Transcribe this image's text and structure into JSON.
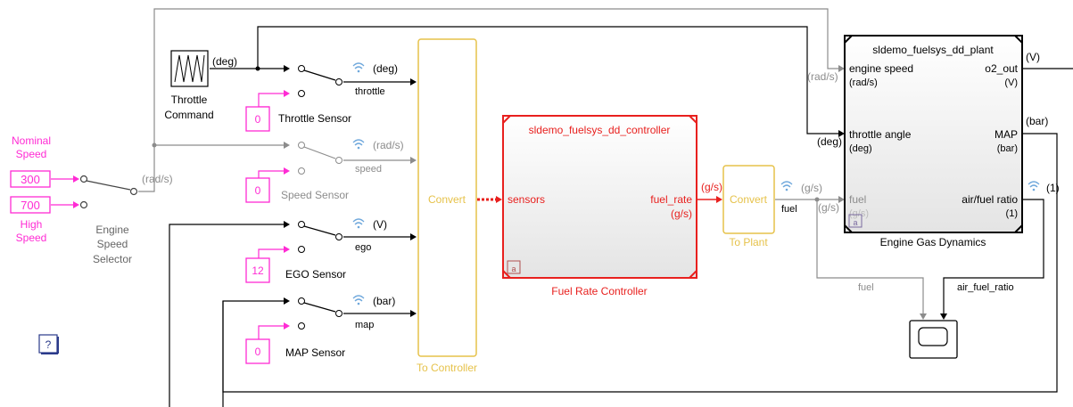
{
  "speed_source": {
    "nominal_label": "Nominal Speed",
    "nominal_value": "300",
    "high_value": "700",
    "high_label": "High Speed",
    "selector_label": "Engine Speed Selector",
    "signal_unit": "(rad/s)"
  },
  "throttle": {
    "block_label": "Throttle Command",
    "unit": "(deg)",
    "sensor_value": "0",
    "sensor_label": "Throttle Sensor",
    "signal_name": "throttle"
  },
  "speed_sensor": {
    "unit": "(rad/s)",
    "signal_name": "speed",
    "sensor_value": "0",
    "sensor_label": "Speed Sensor"
  },
  "ego_sensor": {
    "unit": "(V)",
    "signal_name": "ego",
    "sensor_value": "12",
    "sensor_label": "EGO Sensor"
  },
  "map_sensor": {
    "unit": "(bar)",
    "signal_name": "map",
    "sensor_value": "0",
    "sensor_label": "MAP Sensor"
  },
  "to_controller": {
    "text": "Convert",
    "label": "To Controller"
  },
  "controller": {
    "title": "sldemo_fuelsys_dd_controller",
    "input_port": "sensors",
    "output_port": "fuel_rate",
    "output_unit": "(g/s)",
    "label": "Fuel Rate Controller",
    "out_signal_unit": "(g/s)"
  },
  "to_plant": {
    "text": "Convert",
    "label": "To Plant",
    "signal_unit": "(g/s)",
    "signal_name": "fuel"
  },
  "plant": {
    "title": "sldemo_fuelsys_dd_plant",
    "ports_in": [
      {
        "name": "engine speed",
        "unit": "(rad/s)"
      },
      {
        "name": "throttle angle",
        "unit": "(deg)"
      },
      {
        "name": "fuel",
        "unit": "(g/s)"
      }
    ],
    "ports_out": [
      {
        "name": "o2_out",
        "unit": "(V)"
      },
      {
        "name": "MAP",
        "unit": "(bar)"
      },
      {
        "name": "air/fuel ratio",
        "unit": "(1)"
      }
    ],
    "label": "Engine Gas Dynamics",
    "in_speed_unit": "(rad/s)",
    "in_throttle_unit": "(deg)",
    "out_o2_unit": "(V)",
    "out_map_unit": "(bar)",
    "out_afr_unit": "(1)"
  },
  "scope": {
    "fuel_label": "fuel",
    "afr_label": "air_fuel_ratio"
  },
  "help": {
    "text": "?"
  },
  "colors": {
    "magenta": "#ff2bd4",
    "convert_yellow": "#e6c24a",
    "controller_red": "#e8201e",
    "grey": "#8c8c8c",
    "wifi_blue": "#6fa8dc"
  }
}
